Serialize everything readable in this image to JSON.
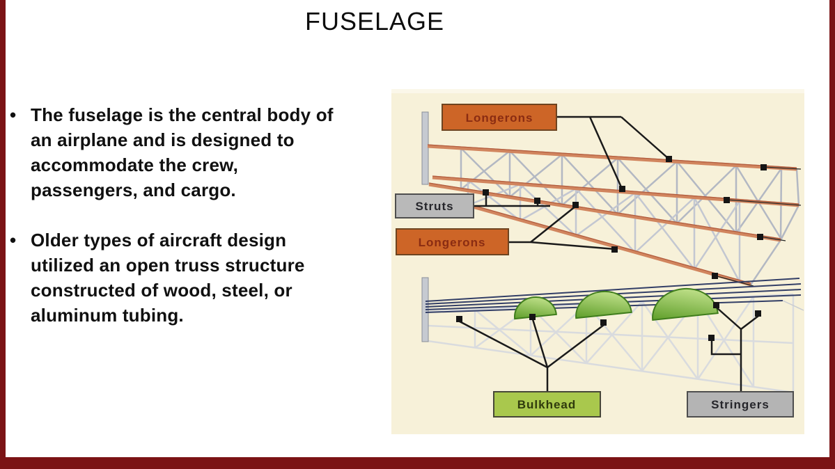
{
  "slide": {
    "title": "FUSELAGE",
    "bullet_char": "•",
    "bullets": [
      {
        "lines": [
          "The fuselage is the central body of",
          "an airplane and is designed to",
          "accommodate the crew,",
          "passengers, and cargo."
        ]
      },
      {
        "lines": [
          "Older types of aircraft design",
          "utilized an open truss structure",
          "constructed of wood, steel, or",
          "aluminum tubing."
        ]
      }
    ]
  },
  "diagram": {
    "labels": {
      "longerons_top": "Longerons",
      "struts": "Struts",
      "longerons_mid": "Longerons",
      "bulkhead": "Bulkhead",
      "stringers": "Stringers"
    },
    "colors": {
      "panel_bg": "#f7f1d9",
      "orange_label_fill": "#cd6527",
      "orange_label_text": "#8a2c12",
      "gray_label_fill": "#b9b9b9",
      "green_label_fill": "#a9c84d",
      "longeron_tube": "#d1855e",
      "strut_silver": "#b3b8c3",
      "light_frame": "#d9dbde",
      "stringer_navy": "#323e66",
      "bulkhead_green": "#6fae35",
      "connector_black": "#1a1a1a"
    }
  },
  "frame": {
    "border_color": "#7b1315"
  }
}
